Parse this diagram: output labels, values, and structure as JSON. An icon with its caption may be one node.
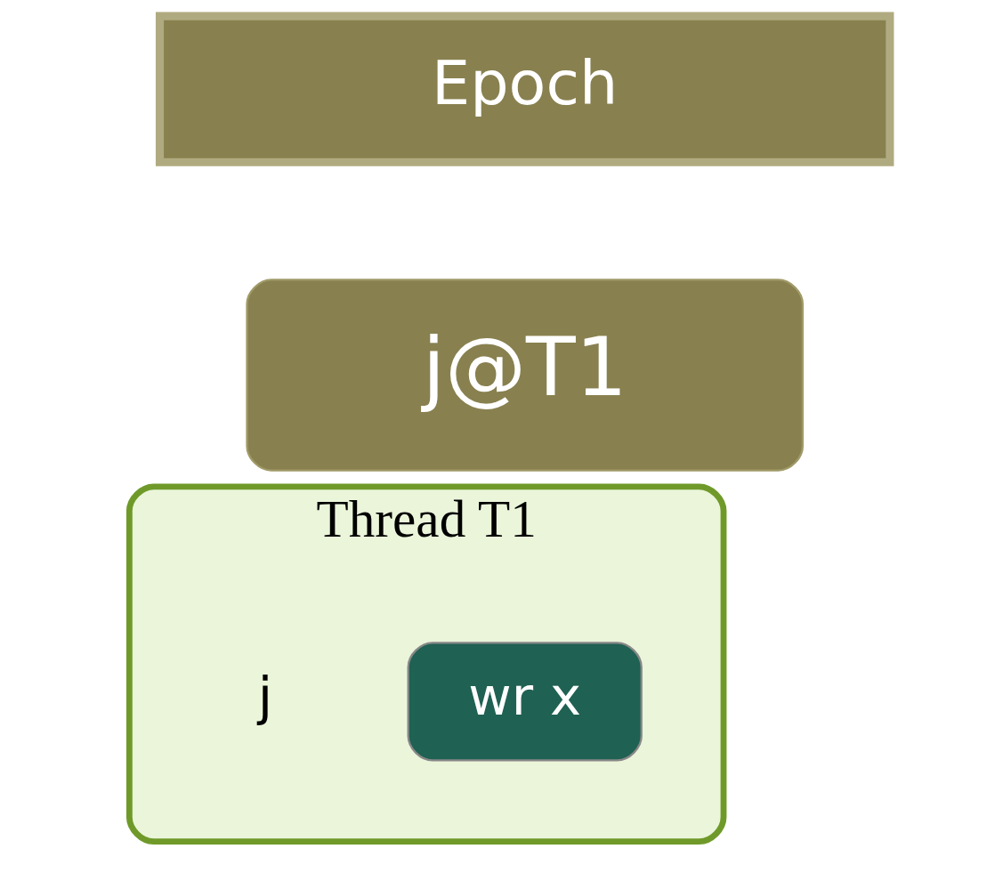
{
  "diagram": {
    "nodes": [
      {
        "text": [
          "Epoch"
        ]
      },
      {
        "text": [
          "j@T1"
        ]
      },
      {
        "text": [
          "Thread T1"
        ],
        "beside": [
          "j"
        ]
      },
      {
        "text": [
          "wr x"
        ],
        "in": 2
      }
    ]
  }
}
